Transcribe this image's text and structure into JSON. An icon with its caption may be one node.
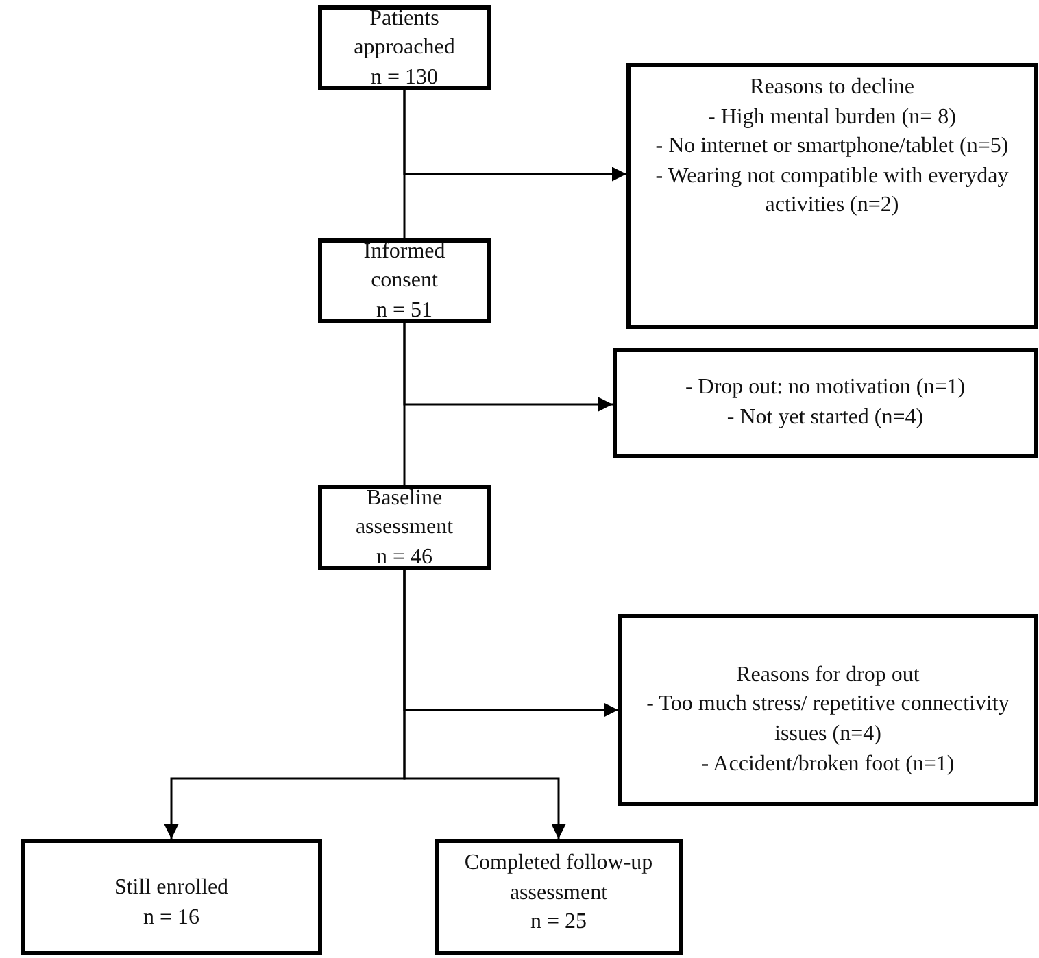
{
  "diagram": {
    "nodes": [
      {
        "text": [
          "Patients approached",
          "n = 130"
        ]
      },
      {
        "text": [
          "Reasons to decline",
          "- High mental burden (n= 8)",
          "- No internet or smartphone/tablet (n=5)",
          "- Wearing not compatible with everyday activities (n=2)"
        ]
      },
      {
        "text": [
          "Informed consent",
          "n = 51"
        ]
      },
      {
        "text": [
          "- Drop out: no motivation (n=1)",
          "- Not yet started (n=4)"
        ]
      },
      {
        "text": [
          "Baseline assessment",
          "n = 46"
        ]
      },
      {
        "text": [
          "Reasons for drop out",
          "- Too much stress/ repetitive connectivity issues (n=4)",
          "- Accident/broken foot (n=1)"
        ]
      },
      {
        "text": [
          "Still enrolled",
          "n = 16"
        ]
      },
      {
        "text": [
          "Completed follow-up assessment",
          "n = 25"
        ]
      }
    ],
    "edges": [
      {
        "from": 0,
        "to": 2,
        "arrow": "none"
      },
      {
        "from": 0,
        "to": 1,
        "arrow": "to"
      },
      {
        "from": 2,
        "to": 4,
        "arrow": "none"
      },
      {
        "from": 2,
        "to": 3,
        "arrow": "to"
      },
      {
        "from": 4,
        "to": 5,
        "arrow": "to"
      },
      {
        "from": 4,
        "to": 6,
        "arrow": "to"
      },
      {
        "from": 4,
        "to": 7,
        "arrow": "to"
      }
    ]
  }
}
